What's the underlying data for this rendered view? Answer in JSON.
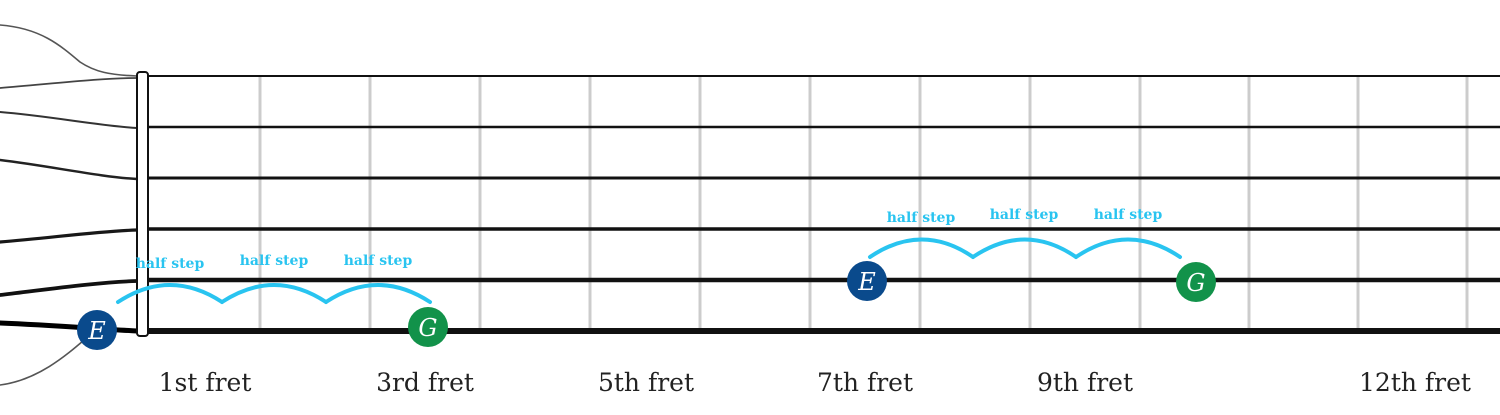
{
  "colors": {
    "string": "#111111",
    "fret": "#cccccc",
    "half_step": "#29c4f0",
    "note_E": "#0a4a8c",
    "note_G": "#12924a"
  },
  "fret_labels": [
    "1st fret",
    "3rd fret",
    "5th fret",
    "7th fret",
    "9th fret",
    "12th fret"
  ],
  "half_step_label": "half step",
  "phrases": [
    {
      "string": 6,
      "start_note": {
        "letter": "E",
        "fret": 0
      },
      "end_note": {
        "letter": "G",
        "fret": 3
      },
      "steps": [
        "half step",
        "half step",
        "half step"
      ]
    },
    {
      "string": 5,
      "start_note": {
        "letter": "E",
        "fret": 7
      },
      "end_note": {
        "letter": "G",
        "fret": 10
      },
      "steps": [
        "half step",
        "half step",
        "half step"
      ]
    }
  ]
}
